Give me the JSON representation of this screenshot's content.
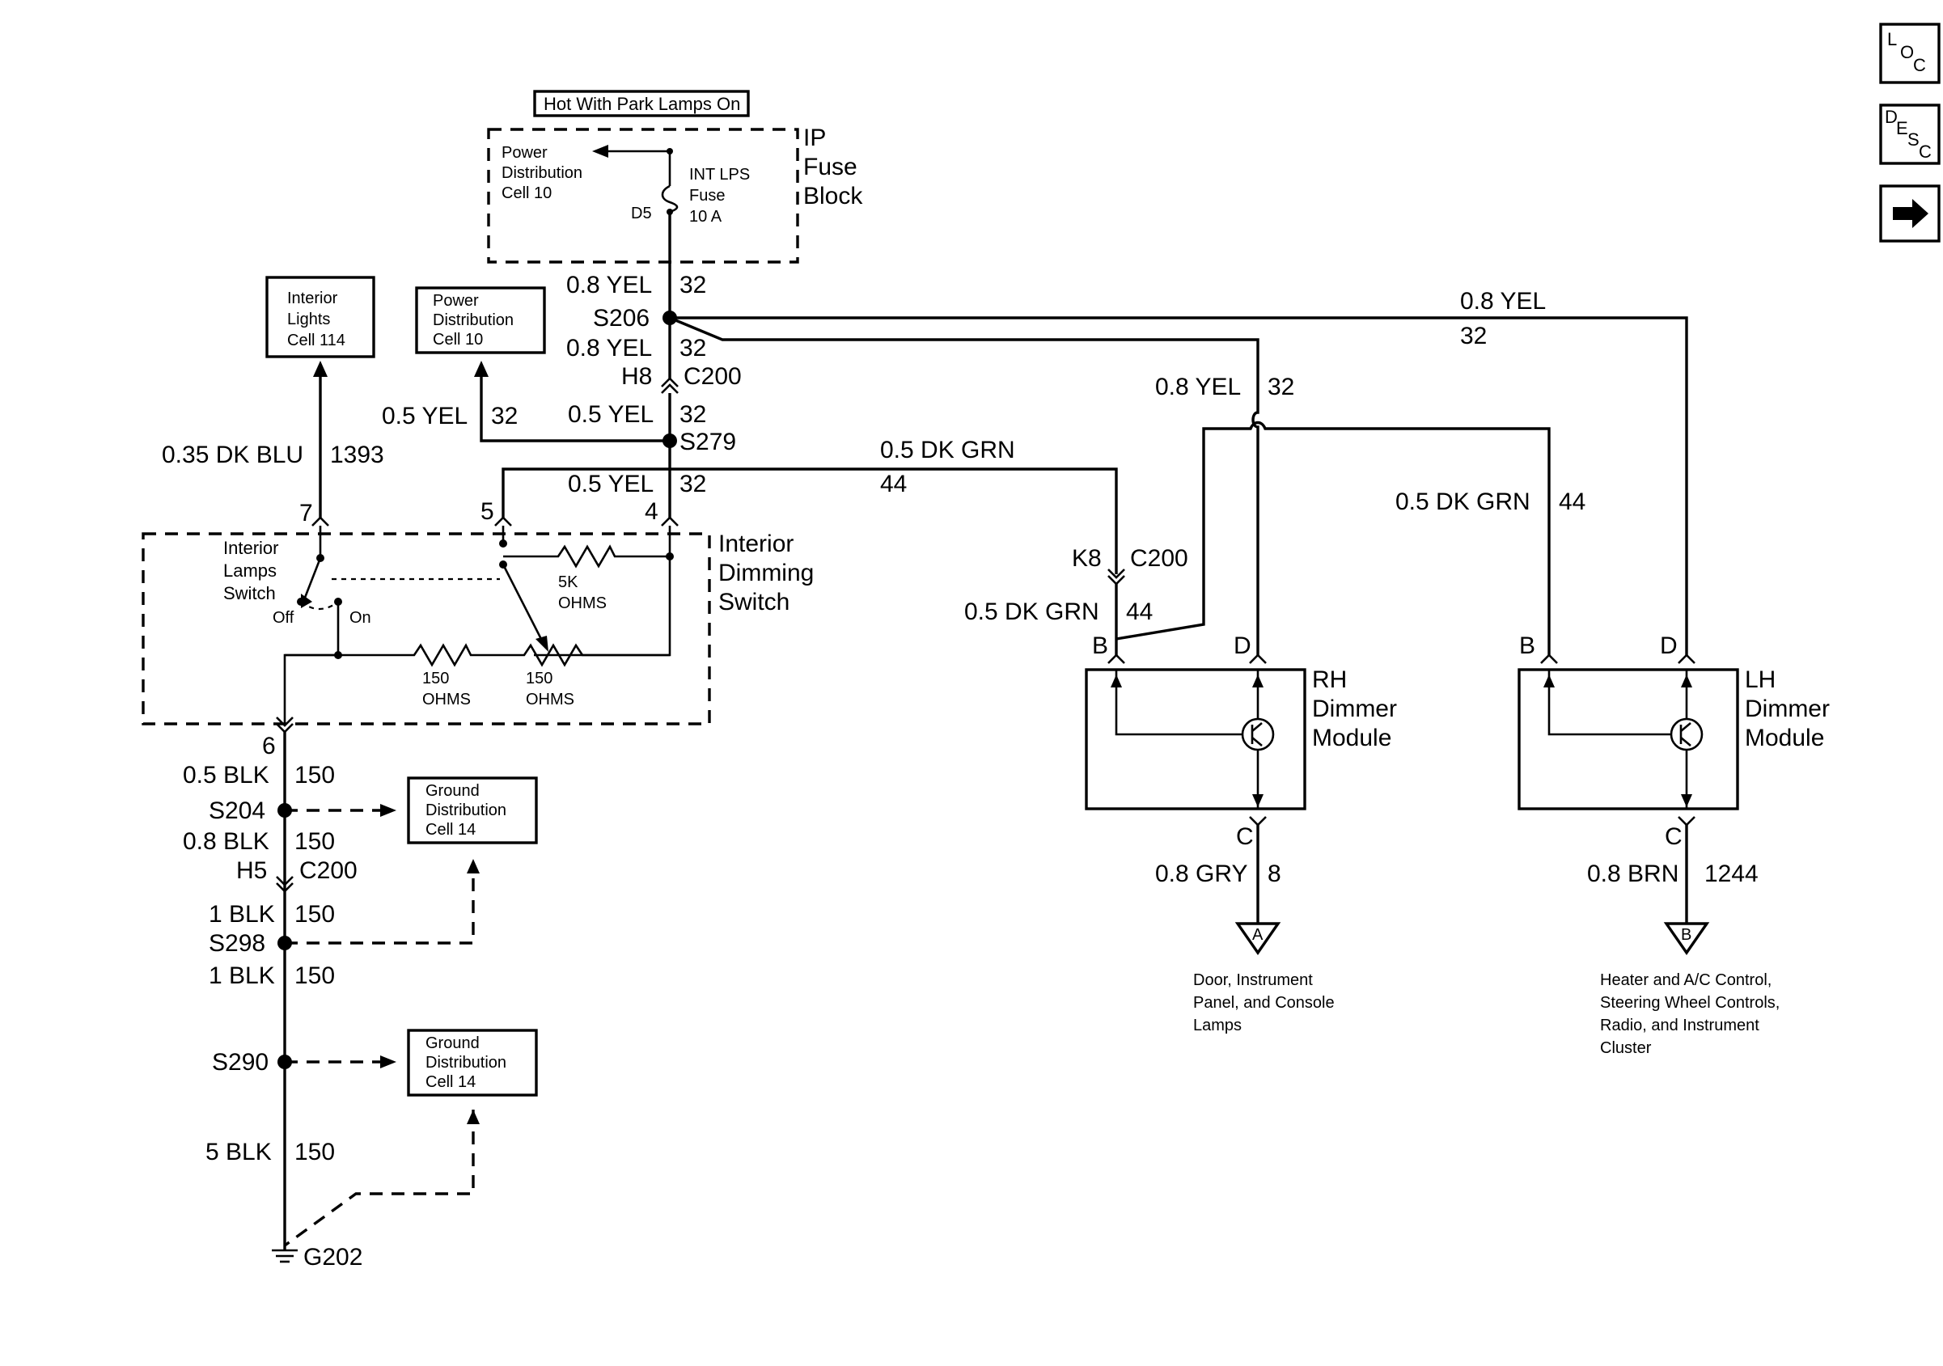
{
  "labels": {
    "hot_with_park": "Hot With Park Lamps On",
    "ip_fuse_block": [
      "IP",
      "Fuse",
      "Block"
    ],
    "pdc_top": [
      "Power",
      "Distribution",
      "Cell 10"
    ],
    "int_lps_fuse": [
      "INT LPS",
      "Fuse",
      "10 A"
    ],
    "d5": "D5",
    "interior_lights_cell": [
      "Interior",
      "Lights",
      "Cell 114"
    ],
    "pdc_left": [
      "Power",
      "Distribution",
      "Cell 10"
    ],
    "interior_lamps_switch": [
      "Interior",
      "Lamps",
      "Switch"
    ],
    "off": "Off",
    "on": "On",
    "r_5k": [
      "5K",
      "OHMS"
    ],
    "r_150_a": [
      "150",
      "OHMS"
    ],
    "r_150_b": [
      "150",
      "OHMS"
    ],
    "interior_dimming_switch": [
      "Interior",
      "Dimming",
      "Switch"
    ],
    "rh_dimmer": [
      "RH",
      "Dimmer",
      "Module"
    ],
    "lh_dimmer": [
      "LH",
      "Dimmer",
      "Module"
    ],
    "gnd_dist_1": [
      "Ground",
      "Distribution",
      "Cell 14"
    ],
    "gnd_dist_2": [
      "Ground",
      "Distribution",
      "Cell 14"
    ],
    "dest_a_label": [
      "Door, Instrument",
      "Panel, and Console",
      "Lamps"
    ],
    "dest_b_label": [
      "Heater and A/C Control,",
      "Steering Wheel Controls,",
      "Radio, and Instrument",
      "Cluster"
    ],
    "dest_a": "A",
    "dest_b": "B"
  },
  "wires": {
    "w_08yel_a": "0.8 YEL",
    "c_32_a": "32",
    "s206": "S206",
    "w_08yel_b": "0.8 YEL",
    "c_32_b": "32",
    "h8": "H8",
    "c200_a": "C200",
    "w_05yel_a": "0.5 YEL",
    "c_32_c": "32",
    "w_05yel_b": "0.5 YEL",
    "c_32_d": "32",
    "s279": "S279",
    "w_05yel_c": "0.5 YEL",
    "c_32_e": "32",
    "w_035dkblu": "0.35 DK BLU",
    "c_1393": "1393",
    "pin_7": "7",
    "pin_5": "5",
    "pin_4": "4",
    "pin_6": "6",
    "w_05dkgrn_a": "0.5 DK GRN",
    "c_44_a": "44",
    "w_08yel_rh": "0.8 YEL",
    "c_32_rh": "32",
    "w_08yel_top": "0.8 YEL",
    "c_32_top": "32",
    "w_05dkgrn_lh": "0.5 DK GRN",
    "c_44_lh": "44",
    "k8": "K8",
    "c200_b": "C200",
    "w_05dkgrn_rh": "0.5 DK GRN",
    "c_44_rh": "44",
    "pin_b_rh": "B",
    "pin_d_rh": "D",
    "pin_b_lh": "B",
    "pin_d_lh": "D",
    "pin_c_rh": "C",
    "pin_c_lh": "C",
    "w_08gry": "0.8 GRY",
    "c_8": "8",
    "w_08brn": "0.8 BRN",
    "c_1244": "1244",
    "w_05blk": "0.5 BLK",
    "c_150_a": "150",
    "s204": "S204",
    "w_08blk": "0.8 BLK",
    "c_150_b": "150",
    "h5": "H5",
    "c200_c": "C200",
    "w_1blk_a": "1 BLK",
    "c_150_c": "150",
    "s298": "S298",
    "w_1blk_b": "1 BLK",
    "c_150_d": "150",
    "s290": "S290",
    "w_5blk": "5 BLK",
    "c_150_e": "150",
    "g202": "G202"
  },
  "nav": {
    "loc": [
      "L",
      "O",
      "C"
    ],
    "desc": [
      "D",
      "E",
      "S",
      "C"
    ],
    "next_arrow": "→"
  },
  "colors": {
    "ink": "#000000",
    "paper": "#ffffff"
  }
}
